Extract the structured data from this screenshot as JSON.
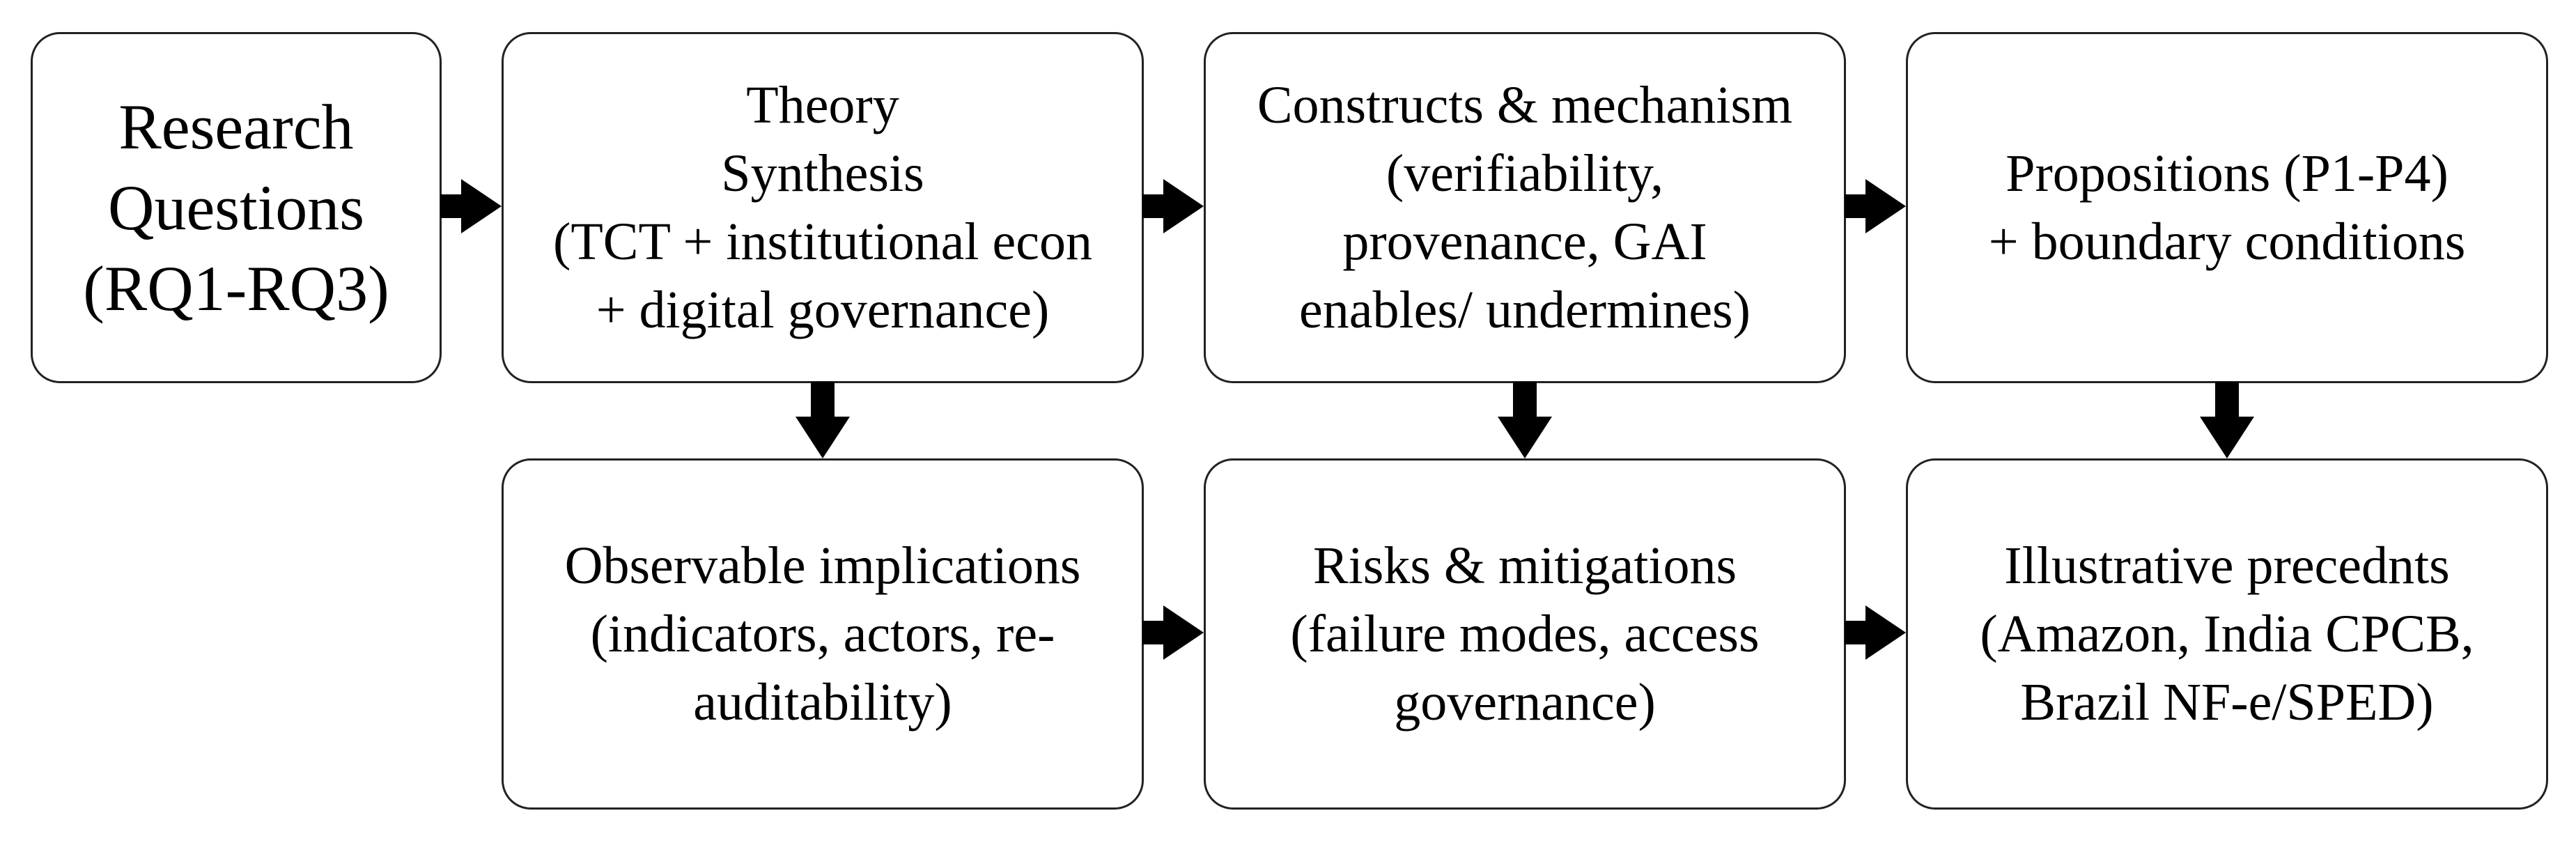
{
  "diagram": {
    "boxes": [
      {
        "id": "rq",
        "lines": [
          "Research",
          "Questions",
          "(RQ1-RQ3)"
        ]
      },
      {
        "id": "ts",
        "lines": [
          "Theory",
          "Synthesis",
          "(TCT + institutional econ",
          "+ digital governance)"
        ]
      },
      {
        "id": "cm",
        "lines": [
          "Constructs & mechanism",
          "(verifiability,",
          "provenance, GAI",
          "enables/ undermines)"
        ]
      },
      {
        "id": "pr",
        "lines": [
          "Propositions (P1-P4)",
          "+ boundary conditions"
        ]
      },
      {
        "id": "oi",
        "lines": [
          "Observable implications",
          "(indicators, actors, re-",
          "auditability)"
        ]
      },
      {
        "id": "rm",
        "lines": [
          "Risks & mitigations",
          "(failure modes, access",
          "governance)"
        ]
      },
      {
        "id": "ip",
        "lines": [
          "Illustrative precednts",
          "(Amazon, India CPCB,",
          "Brazil NF-e/SPED)"
        ]
      }
    ],
    "edges": [
      {
        "from": "rq",
        "to": "ts"
      },
      {
        "from": "ts",
        "to": "cm"
      },
      {
        "from": "cm",
        "to": "pr"
      },
      {
        "from": "ts",
        "to": "oi"
      },
      {
        "from": "cm",
        "to": "rm"
      },
      {
        "from": "pr",
        "to": "ip"
      },
      {
        "from": "oi",
        "to": "rm"
      },
      {
        "from": "rm",
        "to": "ip"
      }
    ]
  }
}
